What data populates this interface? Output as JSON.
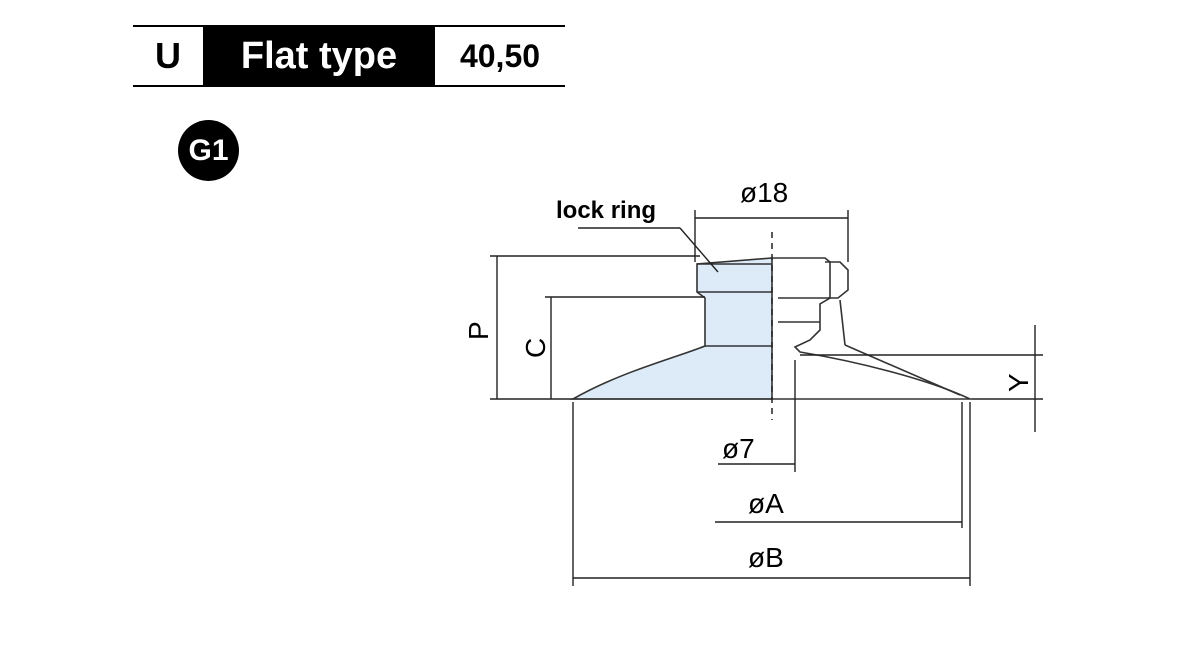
{
  "header": {
    "code": "U",
    "type": "Flat type",
    "sizes": "40,50"
  },
  "badge": "G1",
  "labels": {
    "lock_ring": "lock ring",
    "d18": "ø18",
    "p": "P",
    "c": "C",
    "y": "Y",
    "d7": "ø7",
    "dA": "øA",
    "dB": "øB"
  },
  "colors": {
    "body_fill": "#dcebf7",
    "header_bg": "#000000"
  }
}
